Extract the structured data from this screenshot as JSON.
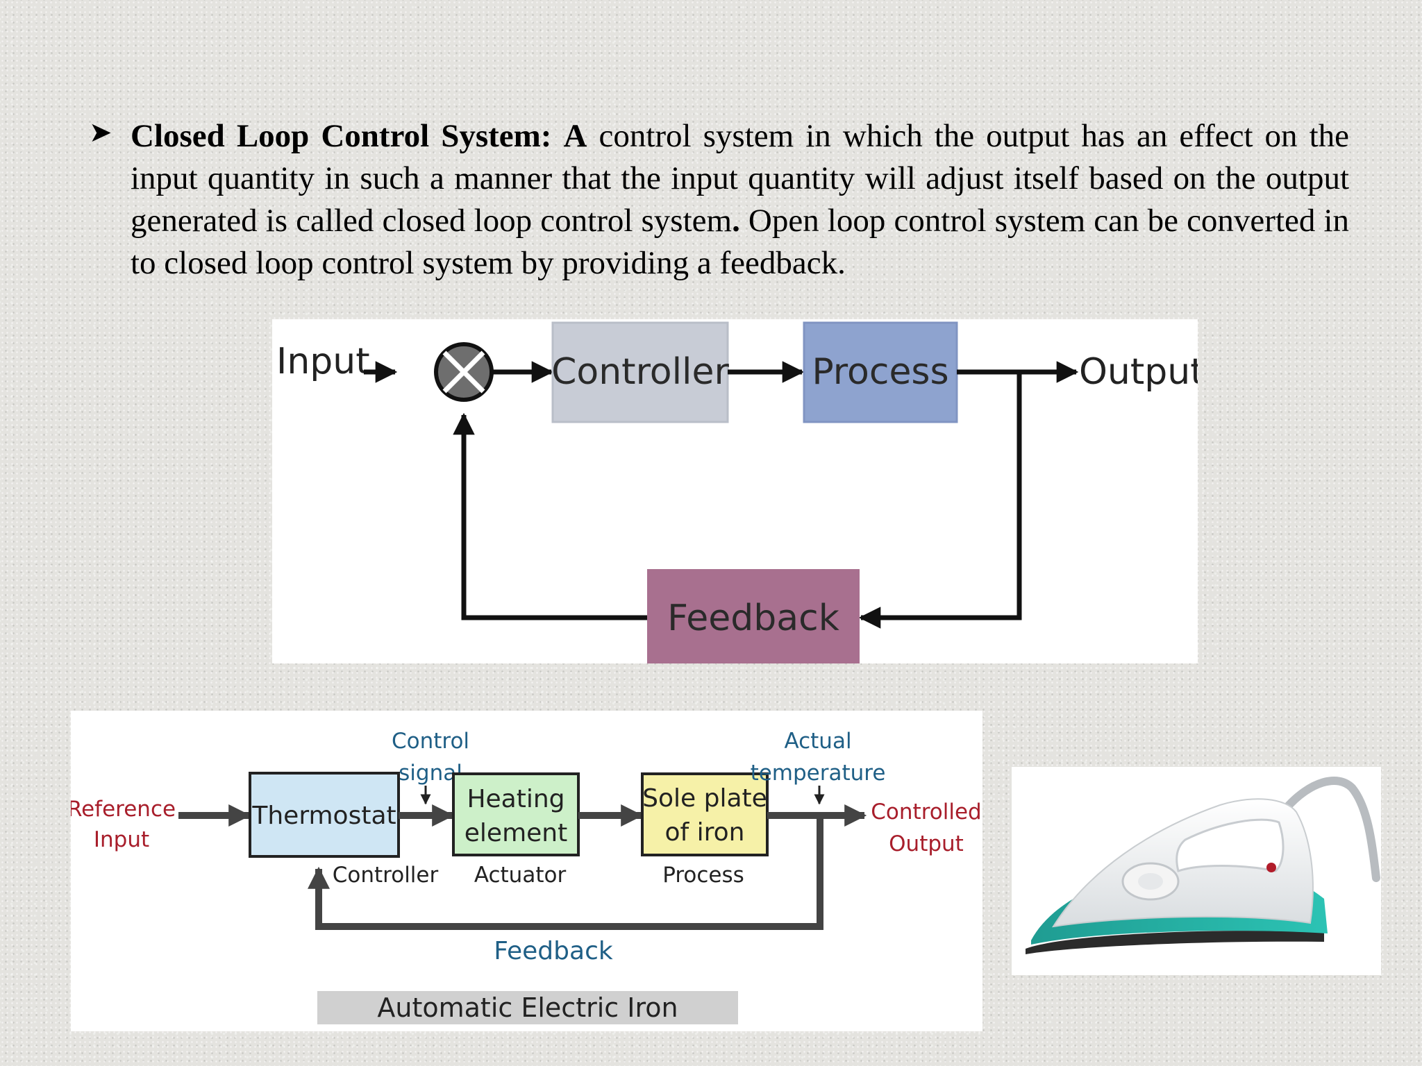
{
  "definition": {
    "bullet_icon": "arrow-bullet-icon",
    "term": "Closed Loop Control System:",
    "lead_bold": "A",
    "text_part1": " control system in which the output has an effect on the input quantity in such a manner that the input quantity will adjust itself based on the output generated is called closed loop control system",
    "bold_period": ".",
    "text_part2": " Open loop control system can be converted in to closed loop control system by providing a feedback."
  },
  "general_diagram": {
    "input": "Input",
    "controller": "Controller",
    "process": "Process",
    "output": "Output",
    "feedback": "Feedback",
    "colors": {
      "controller": "#c8ccd6",
      "process": "#8ea3cf",
      "feedback": "#a8708f",
      "summing_junction": "#6e6e6e"
    }
  },
  "iron_diagram": {
    "reference_input_line1": "Reference",
    "reference_input_line2": "Input",
    "control_signal_line1": "Control",
    "control_signal_line2": "signal",
    "actual_temp_line1": "Actual",
    "actual_temp_line2": "temperature",
    "thermostat": "Thermostat",
    "heating_line1": "Heating",
    "heating_line2": "element",
    "sole_line1": "Sole plate",
    "sole_line2": "of iron",
    "controlled_output_line1": "Controlled",
    "controlled_output_line2": "Output",
    "controller_label": "Controller",
    "actuator_label": "Actuator",
    "process_label": "Process",
    "feedback_label": "Feedback",
    "caption": "Automatic Electric Iron",
    "colors": {
      "thermostat": "#cfe6f4",
      "heating": "#cdf0c9",
      "sole": "#f6f1a8",
      "red_text": "#a81e2b",
      "blue_text": "#1f5f86",
      "caption_bg": "#d0d0d0"
    }
  },
  "iron_image": {
    "icon": "electric-iron-icon"
  }
}
